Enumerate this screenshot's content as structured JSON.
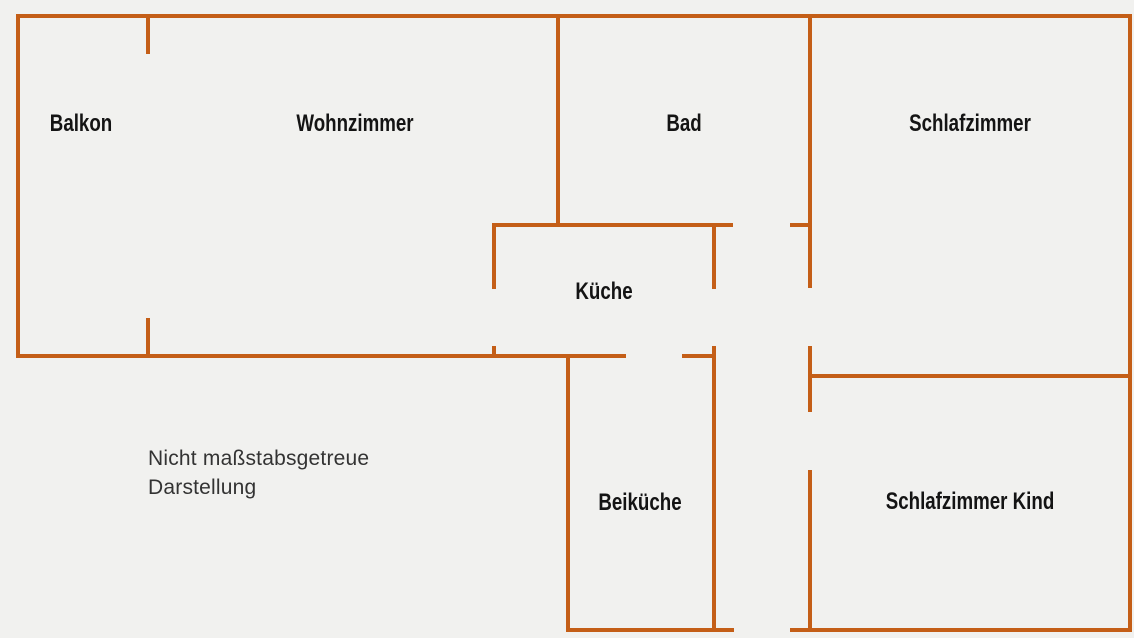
{
  "floorplan": {
    "title": "floor-plan",
    "background_color": "#f1f1ef",
    "wall_color": "#c45e17",
    "label_color": "#141414",
    "disclaimer_color": "#333333"
  },
  "rooms": [
    {
      "name": "balkon",
      "label": "Balkon"
    },
    {
      "name": "wohnzimmer",
      "label": "Wohnzimmer"
    },
    {
      "name": "bad",
      "label": "Bad"
    },
    {
      "name": "schlafzimmer",
      "label": "Schlafzimmer"
    },
    {
      "name": "kueche",
      "label": "Küche"
    },
    {
      "name": "beikueche",
      "label": "Beiküche"
    },
    {
      "name": "schlafzimmer-kind",
      "label": "Schlafzimmer Kind"
    }
  ],
  "disclaimer": {
    "line1": "Nicht maßstabsgetreue",
    "line2": "Darstellung"
  }
}
